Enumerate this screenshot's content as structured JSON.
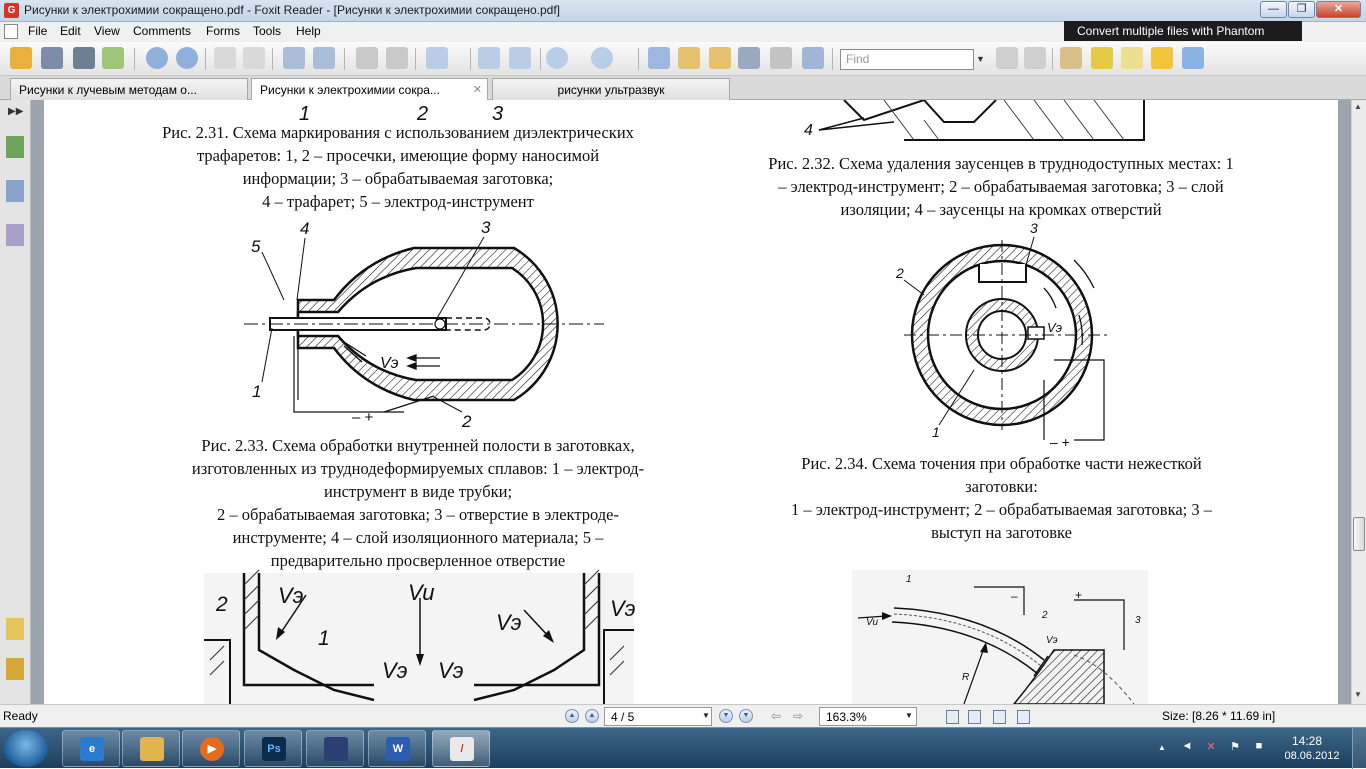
{
  "window": {
    "title": "Рисунки к электрохимии сокращено.pdf - Foxit Reader - [Рисунки к электрохимии сокращено.pdf]",
    "minimize_glyph": "—",
    "maximize_glyph": "❐",
    "close_glyph": "✕"
  },
  "menu": {
    "items": [
      "File",
      "Edit",
      "View",
      "Comments",
      "Forms",
      "Tools",
      "Help"
    ]
  },
  "ad_banner": "Convert multiple files with Phantom",
  "toolbar": {
    "find_placeholder": "Find",
    "icons": [
      "open-icon",
      "save-icon",
      "print-icon",
      "email-icon",
      "page-up-icon",
      "page-down-icon",
      "back-icon",
      "forward-icon",
      "zoom-in-icon",
      "fit-page-icon",
      "fit-width-icon",
      "zoom-out-button-icon",
      "zoom-in-button-icon",
      "hand-tool-icon",
      "text-select-icon",
      "select-annotation-icon",
      "find-binoculars-icon",
      "typewriter-icon",
      "snapshot-icon",
      "highlight-icon",
      "note-icon",
      "textbox-icon",
      "callout-icon",
      "arrow-tool-icon"
    ]
  },
  "tabs": [
    {
      "label": "Рисунки к лучевым методам о..."
    },
    {
      "label": "Рисунки к электрохимии сокра..."
    },
    {
      "label": "рисунки ультразвук"
    }
  ],
  "document": {
    "top_labels": {
      "l1": "1",
      "l2": "2",
      "l3": "3",
      "l4": "4"
    },
    "caption_231": [
      "Рис. 2.31. Схема маркирования с использованием диэлектрических",
      "трафаретов: 1, 2 – просечки, имеющие форму наносимой",
      "информации; 3 – обрабатываемая заготовка;",
      "4 – трафарет; 5 – электрод-инструмент"
    ],
    "caption_232": [
      "Рис. 2.32. Схема удаления заусенцев в труднодоступных местах: 1",
      "– электрод-инструмент; 2 – обрабатываемая заготовка; 3 – слой",
      "изоляции; 4 – заусенцы на кромках отверстий"
    ],
    "caption_233": [
      "Рис. 2.33. Схема обработки внутренней полости в заготовках,",
      "изготовленных из труднодеформируемых сплавов: 1 – электрод-",
      "инструмент в виде трубки;",
      "2 – обрабатываемая заготовка; 3 – отверстие в электроде-",
      "инструменте; 4 – слой изоляционного материала; 5 –",
      "предварительно просверленное отверстие"
    ],
    "caption_234": [
      "Рис. 2.34. Схема точения при обработке части нежесткой",
      "заготовки:",
      "1 – электрод-инструмент; 2 – обрабатываемая заготовка; 3 –",
      "выступ на заготовке"
    ],
    "fig233_labels": {
      "n5": "5",
      "n4": "4",
      "n3": "3",
      "n1": "1",
      "n2": "2",
      "ve": "Vэ",
      "polarity": "– +"
    },
    "fig234_labels": {
      "n3": "3",
      "n2": "2",
      "n1": "1",
      "v": "Vэ",
      "polarity": "–  +"
    },
    "fig_bottom_left_labels": {
      "n2": "2",
      "n1": "1",
      "ve1": "Vэ",
      "vu": "Vu",
      "ve2": "Vэ",
      "ve3": "Vэ",
      "ve4": "Vэ",
      "ve5": "Vэ"
    },
    "fig_bottom_right_labels": {
      "n1": "1",
      "n2": "2",
      "n3": "3",
      "vu": "Vu",
      "ve": "Vэ",
      "minus": "–",
      "plus": "+",
      "r": "R"
    }
  },
  "status": {
    "ready": "Ready",
    "page": "4 / 5",
    "zoom": "163.3%",
    "size": "Size: [8.26 * 11.69 in]"
  },
  "taskbar": {
    "apps": [
      "explorer",
      "ie",
      "media",
      "photoshop",
      "save",
      "word",
      "foxit"
    ],
    "clock_time": "14:28",
    "clock_date": "08.06.2012"
  }
}
